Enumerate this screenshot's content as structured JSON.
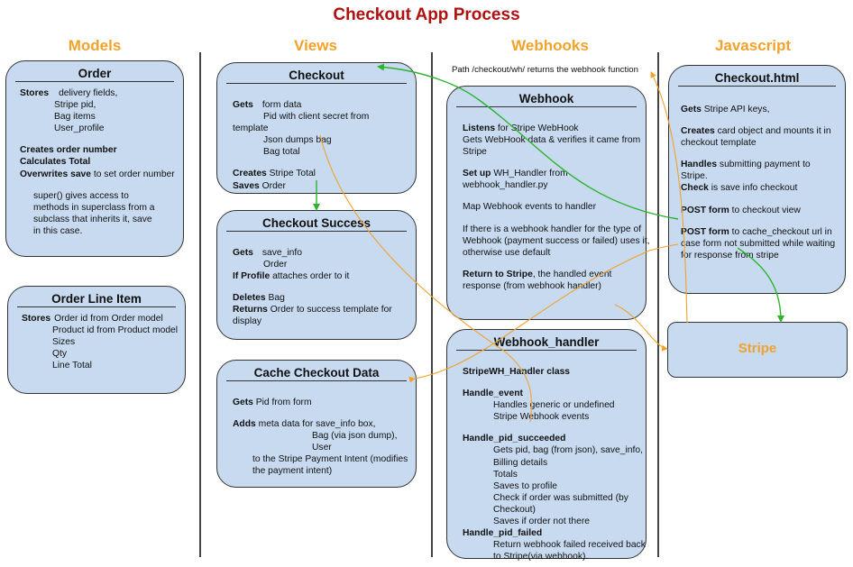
{
  "title": "Checkout App Process",
  "columns": {
    "models": "Models",
    "views": "Views",
    "webhooks": "Webhooks",
    "javascript": "Javascript"
  },
  "path_note": "Path /checkout/wh/ returns the webhook function",
  "order": {
    "title": "Order",
    "stores_label": "Stores",
    "stores_items": [
      "delivery fields,",
      "Stripe pid,",
      "Bag items",
      "User_profile"
    ],
    "creates": "Creates order number",
    "calculates": "Calculates Total",
    "overwrites_label": "Overwrites save",
    "overwrites_text": " to set order number",
    "super_lines": [
      "super() gives access to",
      "methods in superclass from a",
      "subclass that inherits it, save",
      "in this case."
    ]
  },
  "order_line_item": {
    "title": "Order Line Item",
    "stores_label": "Stores",
    "items": [
      "Order id from Order model",
      "Product id from Product model",
      "Sizes",
      "Qty",
      "Line Total"
    ]
  },
  "checkout": {
    "title": "Checkout",
    "gets_label": "Gets",
    "gets_items": [
      "form data",
      "Pid with client secret from",
      "template",
      "Json dumps bag",
      "Bag total"
    ],
    "creates_label": "Creates",
    "creates_text": " Stripe Total",
    "saves_label": "Saves",
    "saves_text": " Order"
  },
  "checkout_success": {
    "title": "Checkout Success",
    "gets_label": "Gets",
    "gets_items": [
      "save_info",
      "Order"
    ],
    "if_profile_label": "If Profile",
    "if_profile_text": " attaches order to it",
    "deletes_label": "Deletes",
    "deletes_text": " Bag",
    "returns_label": "Returns",
    "returns_text": " Order to success template for",
    "returns_cont": "display"
  },
  "cache_checkout": {
    "title": "Cache Checkout Data",
    "gets_label": "Gets",
    "gets_text": " Pid from form",
    "adds_label": "Adds",
    "adds_text": " meta data for save_info box,",
    "adds_items": [
      "Bag (via json dump),",
      "User",
      "to the Stripe Payment Intent (modifies",
      "the payment intent)"
    ]
  },
  "webhook": {
    "title": "Webhook",
    "listens_label": "Listens",
    "listens_text": " for Stripe WebHook",
    "listens_lines": [
      "Gets WebHook data & verifies it came from",
      "Stripe"
    ],
    "setup_label": "Set up",
    "setup_text": " WH_Handler from",
    "setup_cont": "webhook_handler.py",
    "map_text": "Map Webhook events to handler",
    "if_lines": [
      "If there is a webhook handler for the type of",
      "Webhook (payment success or failed) uses it,",
      "otherwise use default"
    ],
    "return_label": "Return to Stripe",
    "return_text": ", the handled event",
    "return_cont": "response (from webhook handler)"
  },
  "webhook_handler": {
    "title": "Webhook_handler",
    "class_label": "StripeWH_Handler class",
    "handle_event_label": "Handle_event",
    "handle_event_lines": [
      "Handles generic or undefined",
      "Stripe Webhook events"
    ],
    "succeeded_label": "Handle_pid_succeeded",
    "succeeded_lines": [
      "Gets pid, bag (from json), save_info,",
      "Billing details",
      "Totals",
      "Saves to profile",
      "Check if order was submitted (by",
      "Checkout)",
      "Saves if order not there"
    ],
    "failed_label": "Handle_pid_failed",
    "failed_lines": [
      "Return webhook failed received back",
      "to Stripe(via webhook)."
    ]
  },
  "checkout_html": {
    "title": "Checkout.html",
    "gets_label": "Gets",
    "gets_text": " Stripe API keys,",
    "creates_label": "Creates",
    "creates_text": " card object and mounts it in",
    "creates_cont": "checkout template",
    "handles_label": "Handles",
    "handles_text": " submitting payment to",
    "handles_cont": "Stripe.",
    "check_label": "Check",
    "check_text": " is save info checkout",
    "post1_label": "POST form",
    "post1_text": " to checkout view",
    "post2_label": "POST form",
    "post2_text": " to cache_checkout url in",
    "post2_lines": [
      "case form not submitted while waiting",
      "for response from stripe"
    ]
  },
  "stripe": {
    "label": "Stripe"
  },
  "colors": {
    "title": "#b01010",
    "column_header": "#f2a22c",
    "box_fill": "#c7daf0",
    "green_arrow": "#2db32d",
    "orange_line": "#f2a22c"
  }
}
